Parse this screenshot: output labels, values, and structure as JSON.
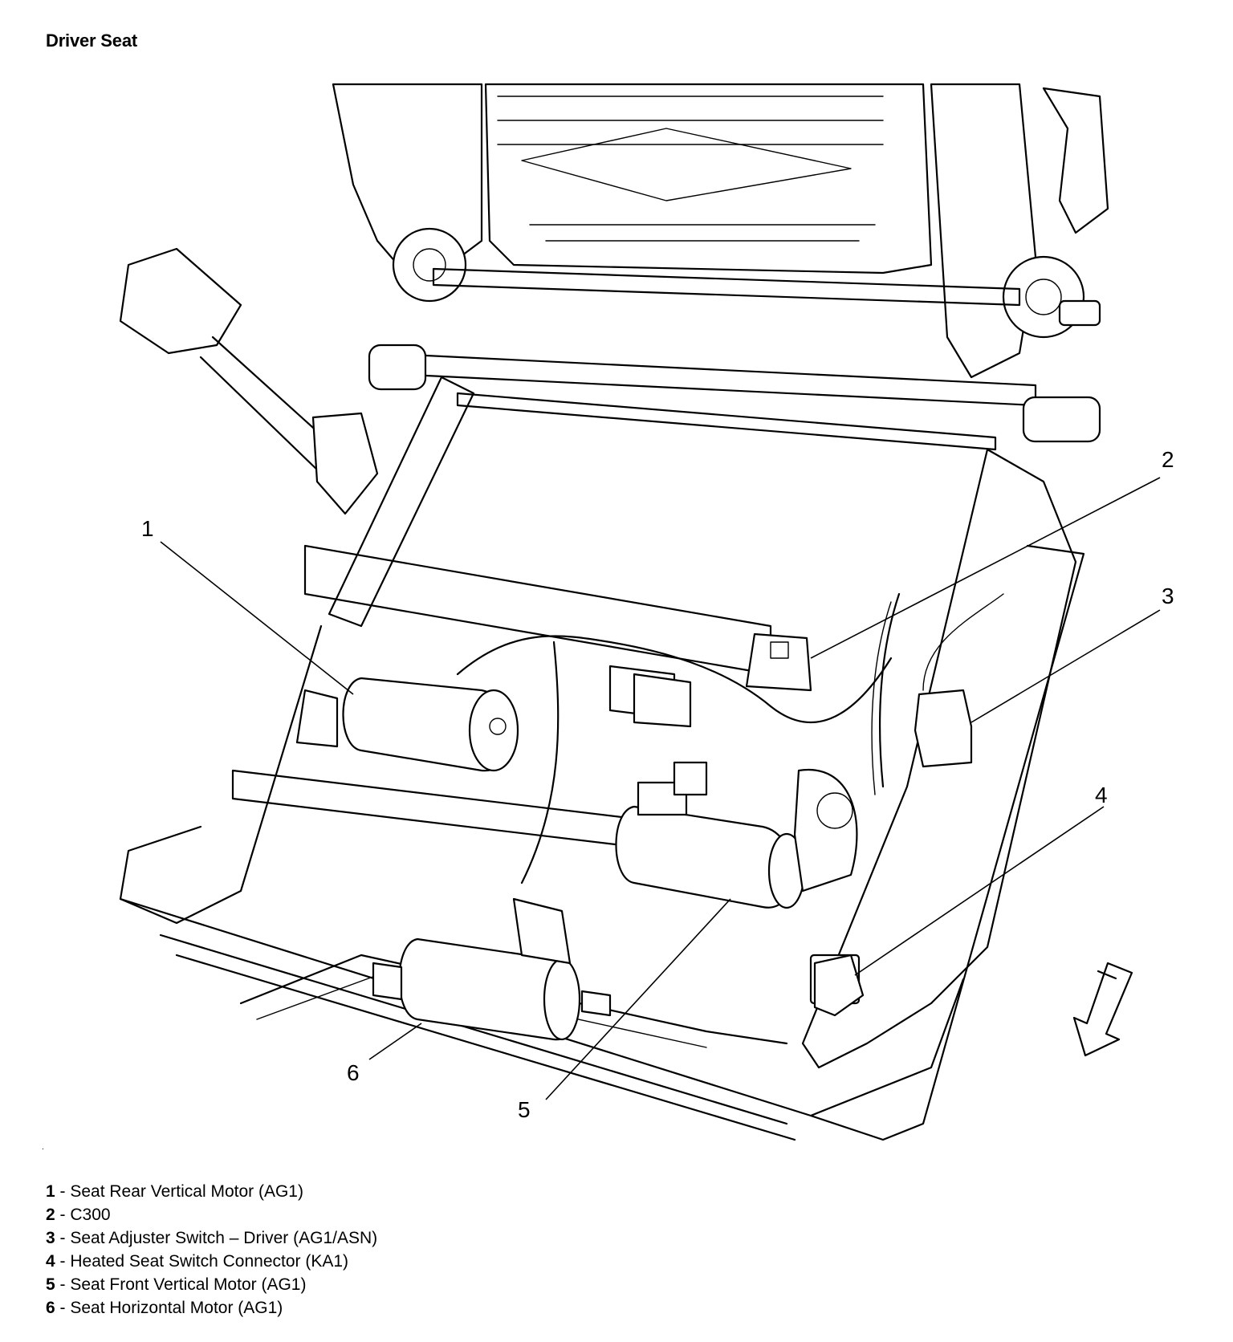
{
  "title": "Driver Seat",
  "callouts": [
    {
      "num": "1",
      "label": "Seat Rear Vertical Motor (AG1)"
    },
    {
      "num": "2",
      "label": "C300"
    },
    {
      "num": "3",
      "label": "Seat Adjuster Switch – Driver (AG1/ASN)"
    },
    {
      "num": "4",
      "label": "Heated Seat Switch Connector (KA1)"
    },
    {
      "num": "5",
      "label": "Seat Front Vertical Motor (AG1)"
    },
    {
      "num": "6",
      "label": "Seat Horizontal Motor (AG1)"
    }
  ],
  "separator": " - ",
  "icons": [
    "seat-frame-illustration",
    "front-direction-arrow-icon"
  ]
}
